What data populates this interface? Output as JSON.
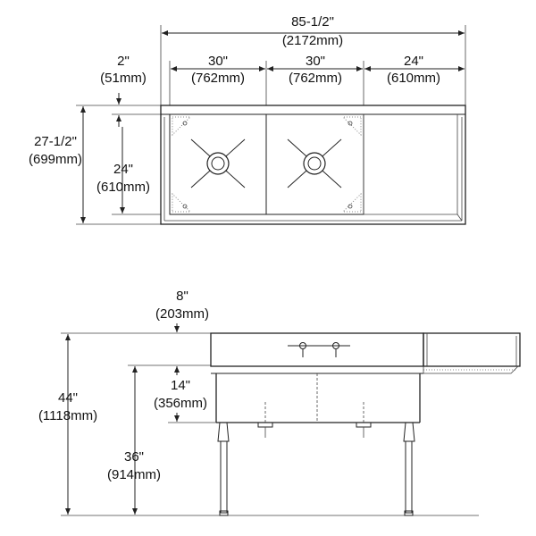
{
  "plan_view": {
    "overall_width": {
      "in": "85-1/2\"",
      "mm": "(2172mm)"
    },
    "bowl_left": {
      "in": "30\"",
      "mm": "(762mm)"
    },
    "bowl_right": {
      "in": "30\"",
      "mm": "(762mm)"
    },
    "drainboard": {
      "in": "24\"",
      "mm": "(610mm)"
    },
    "backsplash_depth": {
      "in": "2\"",
      "mm": "(51mm)"
    },
    "overall_depth": {
      "in": "27-1/2\"",
      "mm": "(699mm)"
    },
    "bowl_depth": {
      "in": "24\"",
      "mm": "(610mm)"
    }
  },
  "elevation_view": {
    "backsplash_height": {
      "in": "8\"",
      "mm": "(203mm)"
    },
    "bowl_depth": {
      "in": "14\"",
      "mm": "(356mm)"
    },
    "work_height": {
      "in": "36\"",
      "mm": "(914mm)"
    },
    "overall_height": {
      "in": "44\"",
      "mm": "(1118mm)"
    }
  },
  "colors": {
    "line": "#222222",
    "text": "#111111",
    "background": "#ffffff"
  }
}
